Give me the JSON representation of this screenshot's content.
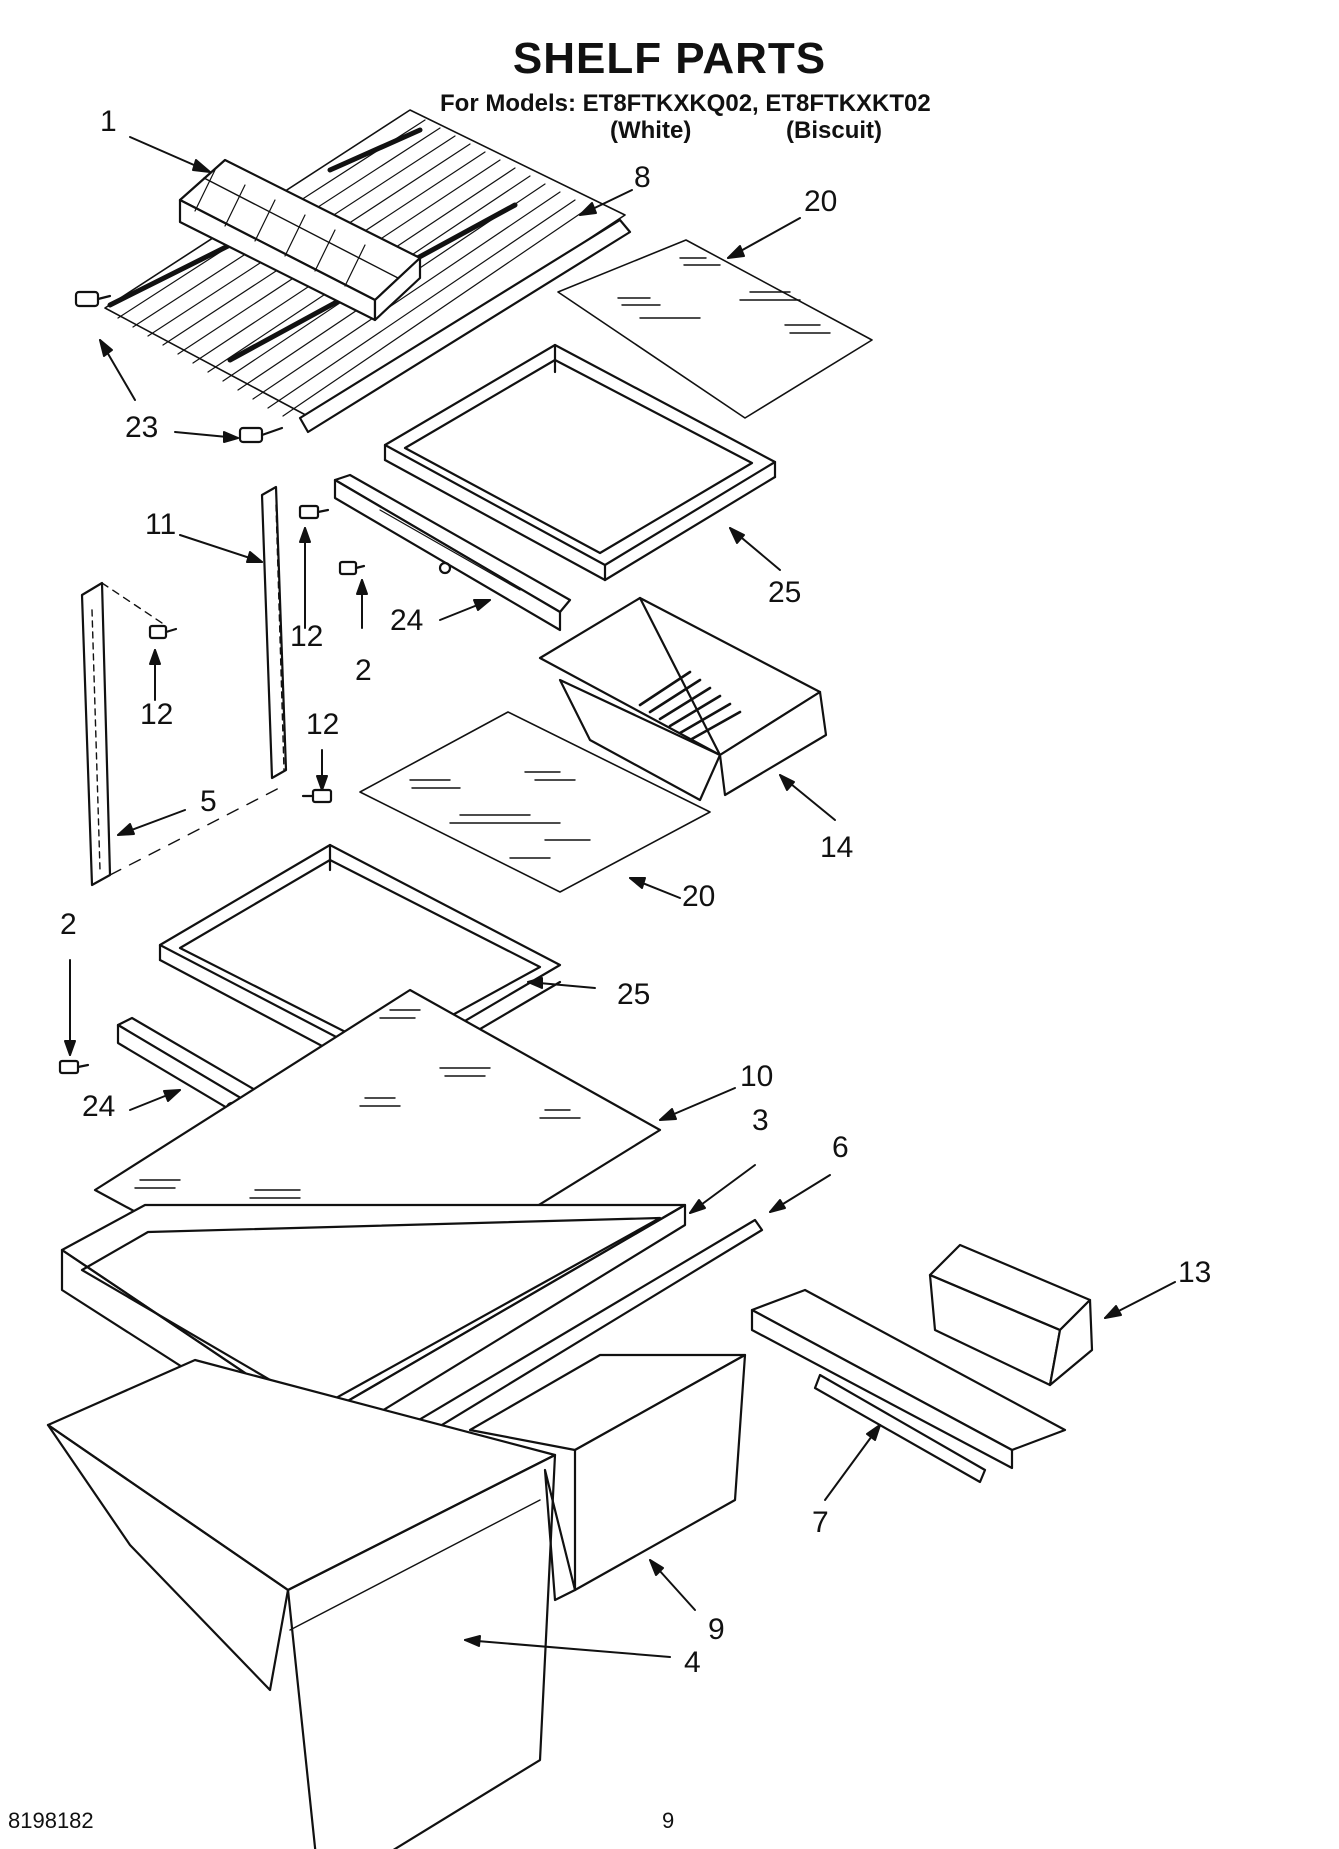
{
  "header": {
    "title": "SHELF PARTS",
    "models_line": "For Models: ET8FTKXKQ02, ET8FTKXKT02",
    "variant_white": "(White)",
    "variant_biscuit": "(Biscuit)"
  },
  "callouts": {
    "c1": "1",
    "c8": "8",
    "c20a": "20",
    "c23": "23",
    "c11": "11",
    "c12a": "12",
    "c12b": "12",
    "c2a": "2",
    "c24a": "24",
    "c25a": "25",
    "c12c": "12",
    "c5": "5",
    "c14": "14",
    "c20b": "20",
    "c2b": "2",
    "c25b": "25",
    "c24b": "24",
    "c10": "10",
    "c3": "3",
    "c6": "6",
    "c13": "13",
    "c7": "7",
    "c9": "9",
    "c4": "4"
  },
  "footer": {
    "doc_number": "8198182",
    "page_number": "9"
  }
}
